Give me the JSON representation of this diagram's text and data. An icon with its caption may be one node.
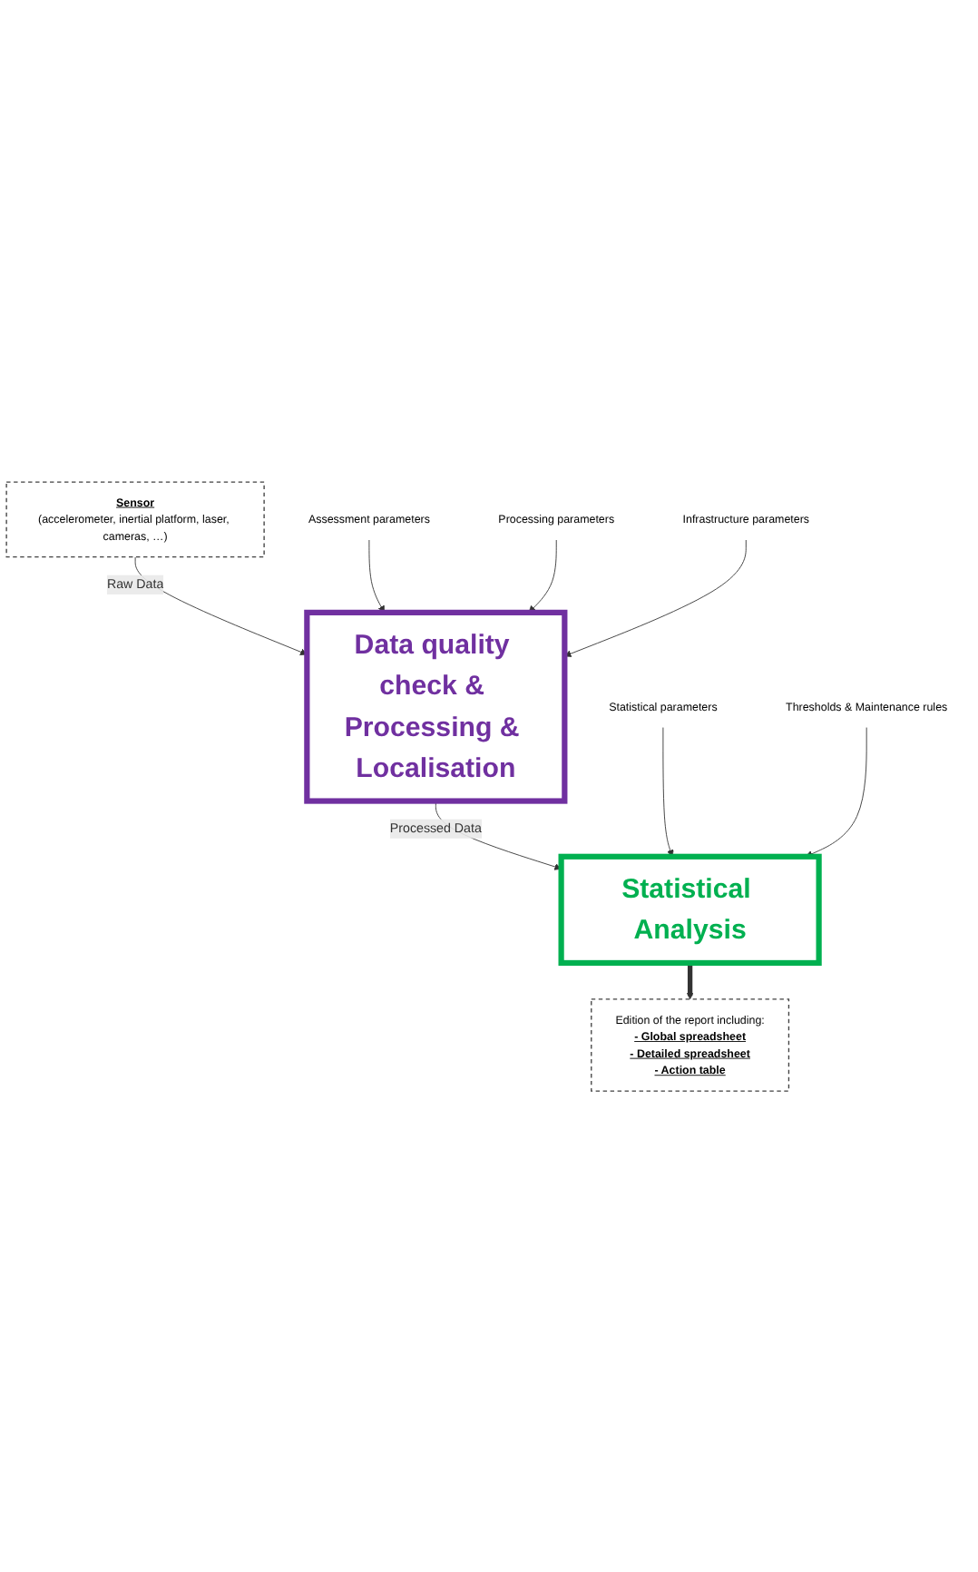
{
  "diagram": {
    "nodes": [
      {
        "text": [
          "Sensor",
          "(accelerometer, inertial platform, laser, cameras, …)"
        ]
      },
      {
        "text": [
          "Data quality check & Processing & Localisation"
        ]
      },
      {
        "text": [
          "Statistical Analysis"
        ]
      },
      {
        "text": [
          "Edition of the report including:",
          "- Global spreadsheet",
          "- Detailed spreadsheet",
          "- Action table"
        ]
      },
      {
        "text": [
          "Assessment parameters"
        ]
      },
      {
        "text": [
          "Processing parameters"
        ]
      },
      {
        "text": [
          "Infrastructure parameters"
        ]
      },
      {
        "text": [
          "Statistical parameters"
        ]
      },
      {
        "text": [
          "Thresholds & Maintenance rules"
        ]
      }
    ],
    "edges": [
      {
        "from": 0,
        "to": 1,
        "arrow": "to",
        "label": "Raw Data"
      },
      {
        "from": 1,
        "to": 2,
        "arrow": "to",
        "label": "Processed Data"
      },
      {
        "from": 2,
        "to": 3,
        "arrow": "to",
        "style": "thick"
      },
      {
        "from": 4,
        "to": 1,
        "arrow": "to"
      },
      {
        "from": 5,
        "to": 1,
        "arrow": "to"
      },
      {
        "from": 6,
        "to": 1,
        "arrow": "to"
      },
      {
        "from": 7,
        "to": 2,
        "arrow": "to"
      },
      {
        "from": 8,
        "to": 2,
        "arrow": "to"
      }
    ]
  }
}
